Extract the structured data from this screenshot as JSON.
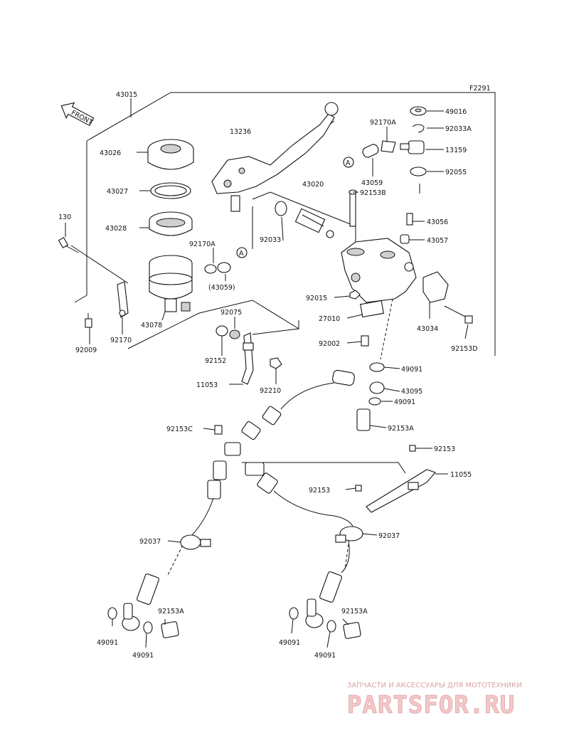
{
  "diagram_code": "F2291",
  "front_label": "FRONT",
  "ref_marker": "A",
  "watermark": {
    "line1": "ЗАПЧАСТИ И АКСЕССУАРЫ ДЛЯ МОТОТЕХНИКИ",
    "line2": "PARTSFOR.RU"
  },
  "parts": [
    {
      "id": "p43015",
      "label": "43015"
    },
    {
      "id": "p43026",
      "label": "43026"
    },
    {
      "id": "p13236",
      "label": "13236"
    },
    {
      "id": "p43027",
      "label": "43027"
    },
    {
      "id": "p43028",
      "label": "43028"
    },
    {
      "id": "p130",
      "label": "130"
    },
    {
      "id": "p92170A_a",
      "label": "92170A"
    },
    {
      "id": "p43059_a",
      "label": "(43059)"
    },
    {
      "id": "p43078",
      "label": "43078"
    },
    {
      "id": "p92170",
      "label": "92170"
    },
    {
      "id": "p92009",
      "label": "92009"
    },
    {
      "id": "p92075",
      "label": "92075"
    },
    {
      "id": "p92152",
      "label": "92152"
    },
    {
      "id": "p11053",
      "label": "11053"
    },
    {
      "id": "p92210",
      "label": "92210"
    },
    {
      "id": "p43020",
      "label": "43020"
    },
    {
      "id": "p92033",
      "label": "92033"
    },
    {
      "id": "p92170A_b",
      "label": "92170A"
    },
    {
      "id": "p43059_b",
      "label": "43059"
    },
    {
      "id": "p92153B",
      "label": "92153B"
    },
    {
      "id": "p49016",
      "label": "49016"
    },
    {
      "id": "p92033A",
      "label": "92033A"
    },
    {
      "id": "p13159",
      "label": "13159"
    },
    {
      "id": "p92055",
      "label": "92055"
    },
    {
      "id": "p43056",
      "label": "43056"
    },
    {
      "id": "p43057",
      "label": "43057"
    },
    {
      "id": "p92015",
      "label": "92015"
    },
    {
      "id": "p27010",
      "label": "27010"
    },
    {
      "id": "p92002",
      "label": "92002"
    },
    {
      "id": "p43034",
      "label": "43034"
    },
    {
      "id": "p92153D",
      "label": "92153D"
    },
    {
      "id": "p49091_a",
      "label": "49091"
    },
    {
      "id": "p43095",
      "label": "43095"
    },
    {
      "id": "p49091_b",
      "label": "49091"
    },
    {
      "id": "p92153A_a",
      "label": "92153A"
    },
    {
      "id": "p92153C",
      "label": "92153C"
    },
    {
      "id": "p92153_a",
      "label": "92153"
    },
    {
      "id": "p11055",
      "label": "11055"
    },
    {
      "id": "p92153_b",
      "label": "92153"
    },
    {
      "id": "p92037_a",
      "label": "92037"
    },
    {
      "id": "p92037_b",
      "label": "92037"
    },
    {
      "id": "p92153A_b",
      "label": "92153A"
    },
    {
      "id": "p49091_c",
      "label": "49091"
    },
    {
      "id": "p49091_d",
      "label": "49091"
    },
    {
      "id": "p92153A_c",
      "label": "92153A"
    },
    {
      "id": "p49091_e",
      "label": "49091"
    },
    {
      "id": "p49091_f",
      "label": "49091"
    }
  ]
}
